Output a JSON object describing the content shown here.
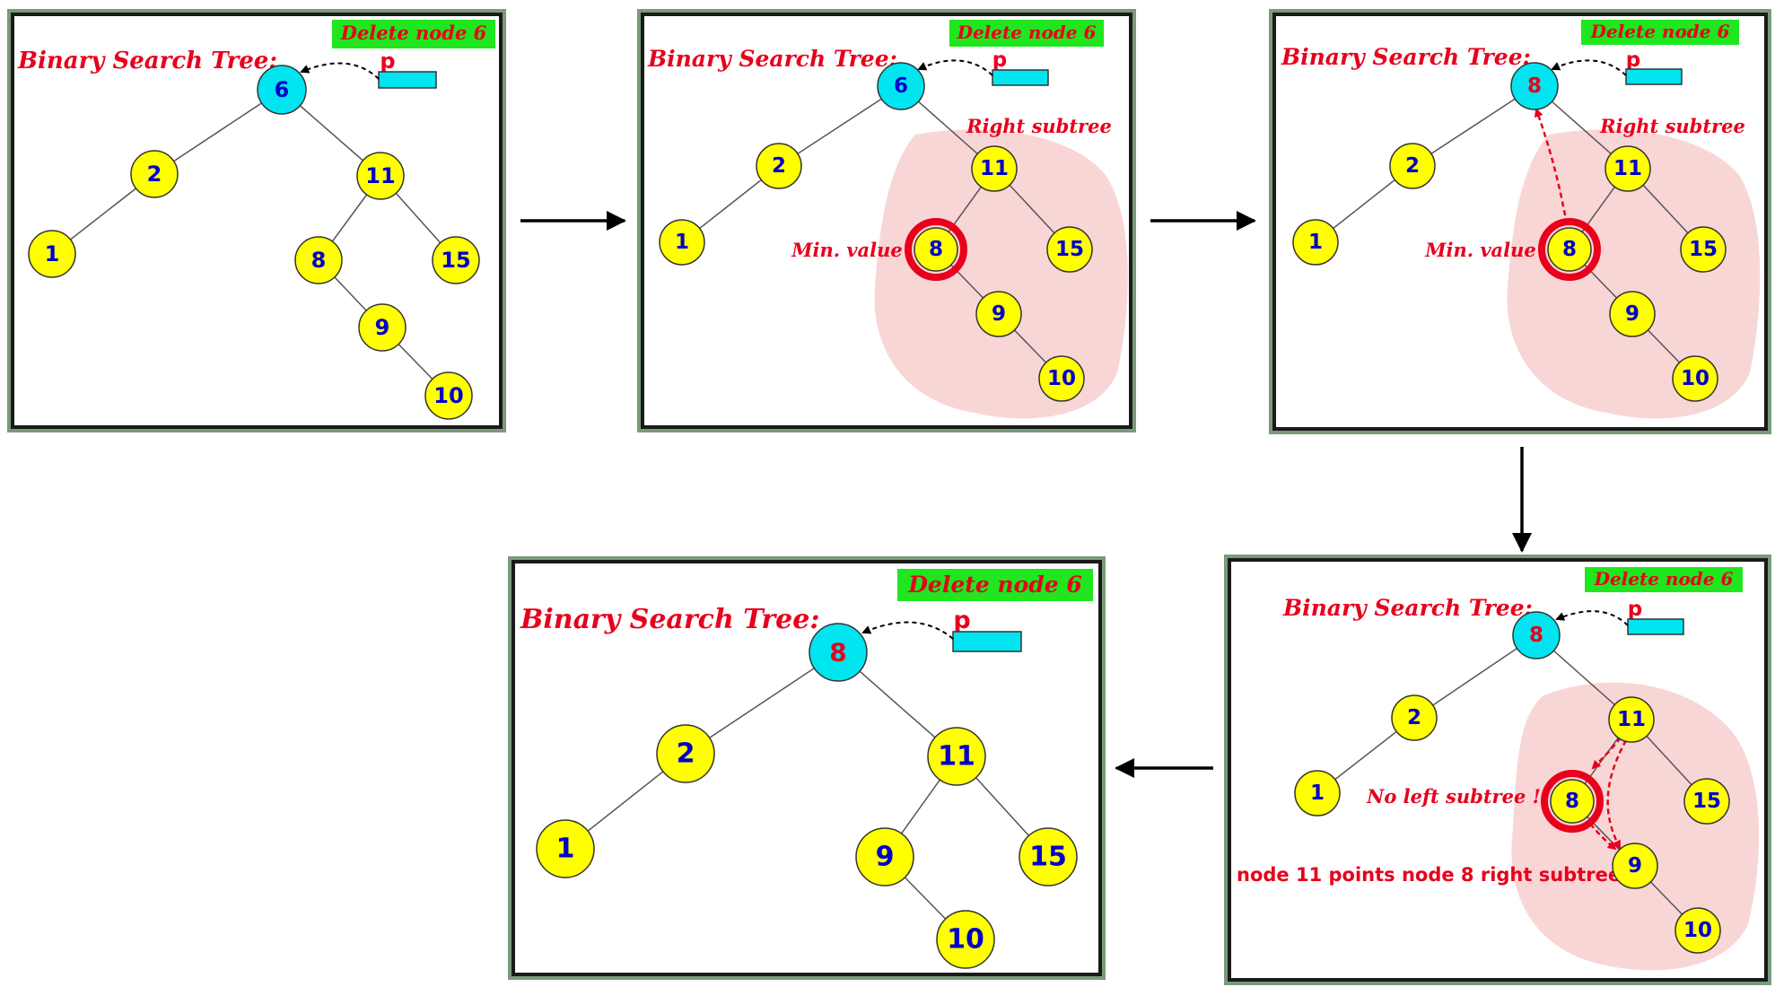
{
  "panels": [
    {
      "id": "p1",
      "banner": "Delete node 6",
      "title": "Binary Search Tree:",
      "pointer_label": "p",
      "root_label": "6",
      "nodes": [
        "2",
        "11",
        "1",
        "8",
        "15",
        "9",
        "10"
      ]
    },
    {
      "id": "p2",
      "banner": "Delete node 6",
      "title": "Binary Search Tree:",
      "pointer_label": "p",
      "root_label": "6",
      "nodes": [
        "2",
        "11",
        "1",
        "8",
        "15",
        "9",
        "10"
      ],
      "subtree_label": "Right subtree",
      "min_label": "Min. value"
    },
    {
      "id": "p3",
      "banner": "Delete node 6",
      "title": "Binary Search Tree:",
      "pointer_label": "p",
      "root_label": "8",
      "nodes": [
        "2",
        "11",
        "1",
        "8",
        "15",
        "9",
        "10"
      ],
      "subtree_label": "Right subtree",
      "min_label": "Min. value"
    },
    {
      "id": "p4",
      "banner": "Delete node 6",
      "title": "Binary Search Tree:",
      "pointer_label": "p",
      "root_label": "8",
      "nodes": [
        "2",
        "11",
        "1",
        "8",
        "15",
        "9",
        "10"
      ],
      "no_left_label": "No left subtree !",
      "caption": "node 11 points node 8 right subtree"
    },
    {
      "id": "p5",
      "banner": "Delete node 6",
      "title": "Binary Search Tree:",
      "pointer_label": "p",
      "root_label": "8",
      "nodes": [
        "2",
        "11",
        "1",
        "9",
        "15",
        "10"
      ]
    }
  ],
  "colors": {
    "banner_bg": "#1fe61f",
    "banner_text": "#e8001c",
    "node_fill": "#ffff00",
    "node_text": "#0000cc",
    "root_fill": "#00e5f0",
    "pointer_box": "#00e5f0",
    "highlight_ring": "#e8001c",
    "subtree_blob": "#f9d6d6"
  }
}
